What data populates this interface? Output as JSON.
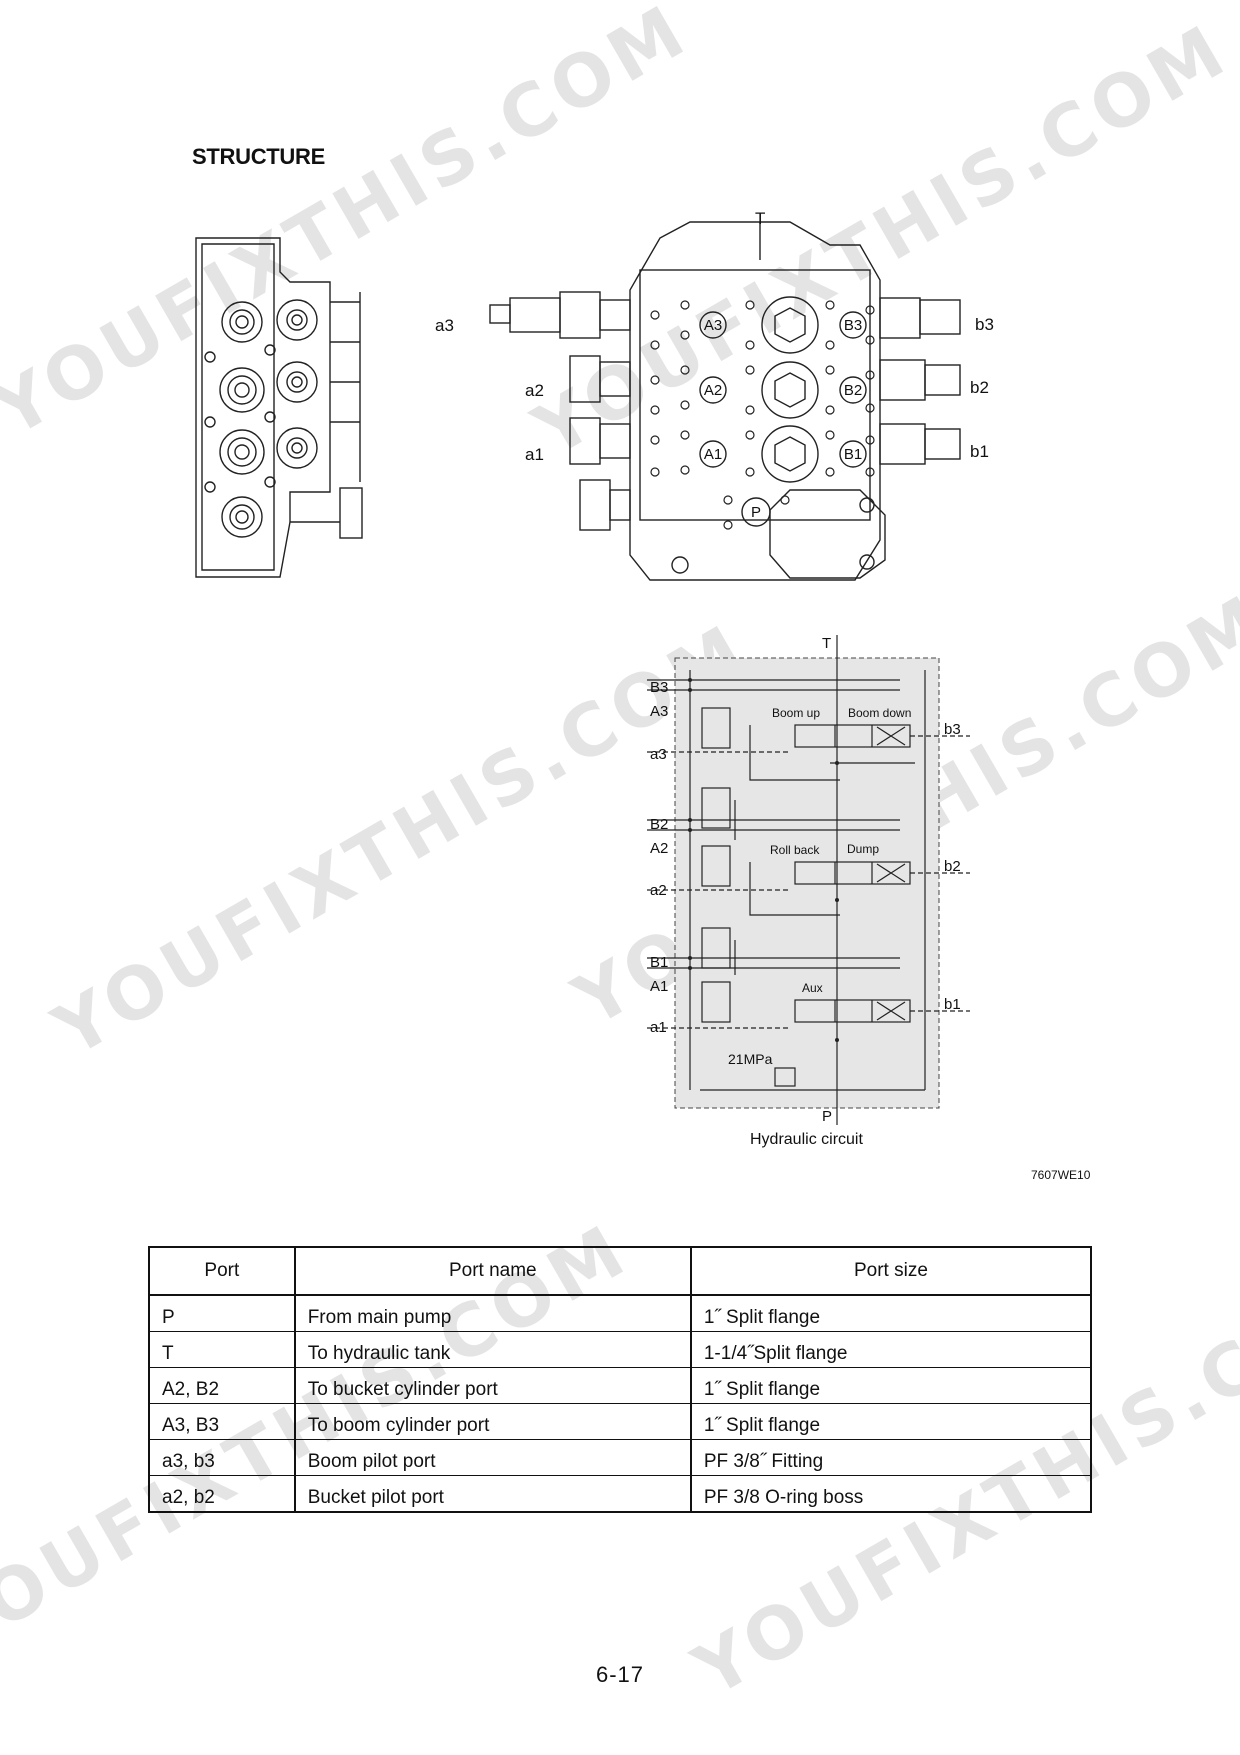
{
  "section_title": "STRUCTURE",
  "valve_drawing": {
    "top_label": "T",
    "left_ports": [
      "a3",
      "a2",
      "a1"
    ],
    "right_ports": [
      "b3",
      "b2",
      "b1"
    ],
    "body_ports_a": [
      "A3",
      "A2",
      "A1"
    ],
    "body_ports_b": [
      "B3",
      "B2",
      "B1"
    ],
    "pump_port": "P"
  },
  "circuit": {
    "top_label": "T",
    "bottom_label": "P",
    "left_labels": [
      "B3",
      "A3",
      "a3",
      "B2",
      "A2",
      "a2",
      "B1",
      "A1",
      "a1"
    ],
    "right_labels": [
      "b3",
      "b2",
      "b1"
    ],
    "spool_labels": [
      "Boom up",
      "Boom down",
      "Roll back",
      "Dump",
      "Aux"
    ],
    "relief_pressure": "21MPa",
    "caption": "Hydraulic circuit"
  },
  "figure_code": "7607WE10",
  "port_table": {
    "headers": [
      "Port",
      "Port name",
      "Port size"
    ],
    "rows": [
      [
        "P",
        "From main pump",
        "1˝ Split flange"
      ],
      [
        "T",
        "To hydraulic tank",
        "1-1/4˝Split flange"
      ],
      [
        "A2, B2",
        "To bucket cylinder port",
        "1˝ Split flange"
      ],
      [
        "A3, B3",
        "To boom cylinder port",
        "1˝ Split flange"
      ],
      [
        "a3, b3",
        "Boom pilot port",
        "PF 3/8˝ Fitting"
      ],
      [
        "a2, b2",
        "Bucket pilot port",
        "PF 3/8 O-ring boss"
      ]
    ]
  },
  "page_number": "6-17",
  "watermark": "YOUFIXTHIS.COM"
}
